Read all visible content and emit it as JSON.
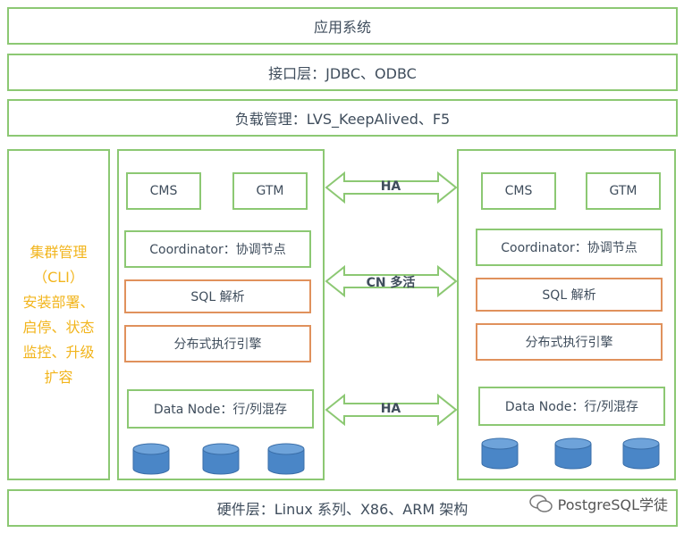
{
  "layers": {
    "app": "应用系统",
    "interface": "接口层：JDBC、ODBC",
    "lb": "负载管理：LVS_KeepAlived、F5",
    "hardware": "硬件层：Linux 系列、X86、ARM 架构"
  },
  "cluster_mgmt": {
    "lines": [
      "集群管理",
      "（CLI）",
      "安装部署、",
      "启停、状态",
      "监控、升级",
      "扩容"
    ]
  },
  "left_node": {
    "cms": "CMS",
    "gtm": "GTM",
    "coordinator": "Coordinator：协调节点",
    "sql": "SQL 解析",
    "exec": "分布式执行引擎",
    "datanode": "Data Node：行/列混存"
  },
  "right_node": {
    "cms": "CMS",
    "gtm": "GTM",
    "coordinator": "Coordinator：协调节点",
    "sql": "SQL 解析",
    "exec": "分布式执行引擎",
    "datanode": "Data Node：行/列混存"
  },
  "arrows": {
    "top": "HA",
    "middle": "CN 多活",
    "bottom": "HA"
  },
  "watermark": "PostgreSQL学徒",
  "colors": {
    "border_green": "#8cc873",
    "border_orange": "#e0915c",
    "cylinder_blue": "#4a86c7",
    "cluster_text": "#f2b51d"
  }
}
